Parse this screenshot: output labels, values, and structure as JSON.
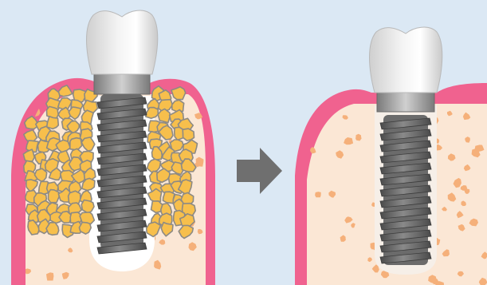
{
  "figure": {
    "background_color": "#dbe8f4",
    "gum_color": "#f0628f",
    "bone_color": "#fbe7d5",
    "bone_speckle_color": "#f5b07a",
    "graft_fill_color": "#f7bf4c",
    "graft_outline_color": "#8d8a84",
    "implant_color": "#6b6b6b",
    "crown_color": "#e9e9e9",
    "arrow_color": "#6f6f6f"
  },
  "panels": [
    {
      "id": "before",
      "state": "bone graft granules packed around implant"
    },
    {
      "id": "after",
      "state": "graft integrated into new bone around implant"
    }
  ],
  "arrow": {
    "icon": "right-arrow-icon"
  }
}
